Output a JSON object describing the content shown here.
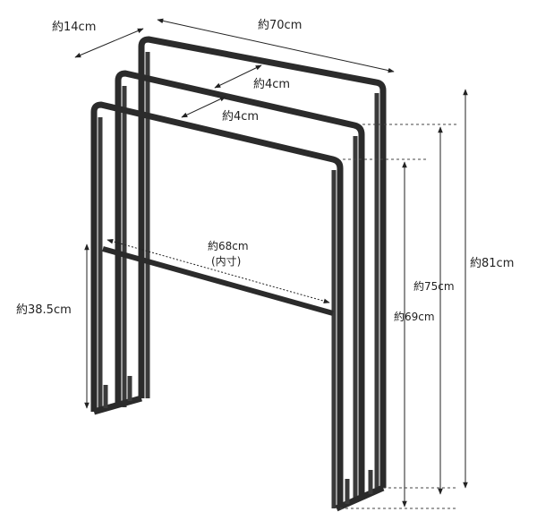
{
  "labels": {
    "depth": "約14cm",
    "width": "約70cm",
    "gap1": "約4cm",
    "gap2": "約4cm",
    "inner_width": "約68cm",
    "inner_note": "(内寸)",
    "bar_height": "約38.5cm",
    "height_total": "約81cm",
    "height_mid": "約75cm",
    "height_front": "約69cm"
  },
  "colors": {
    "frame": "#2b2b2b",
    "dimension": "#222222",
    "background": "#ffffff"
  }
}
